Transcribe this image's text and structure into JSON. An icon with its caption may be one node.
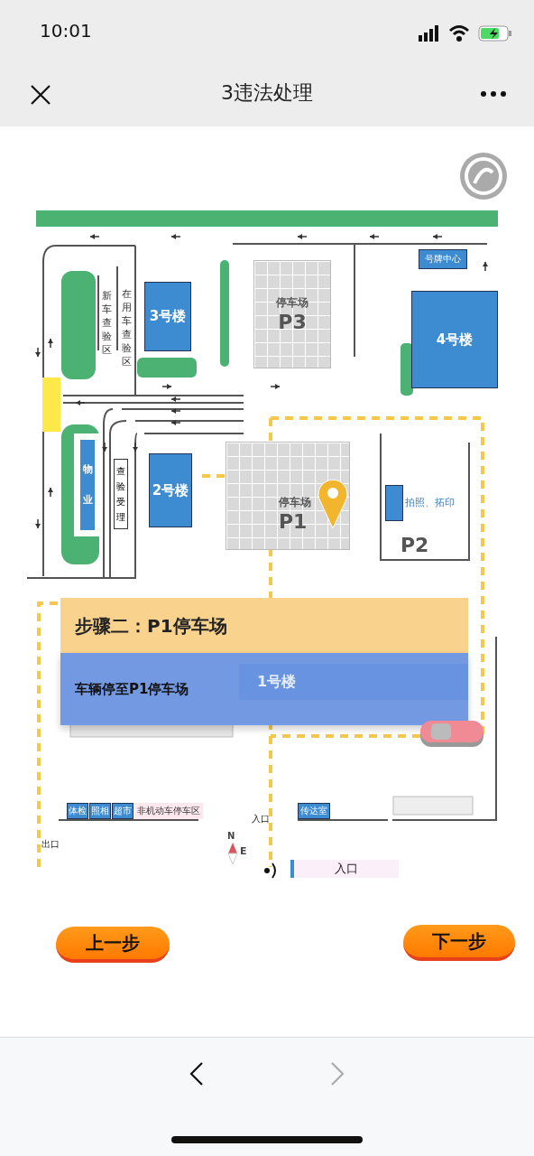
{
  "diagram": {
    "nodes": [
      {
        "text": [
          "号牌中心"
        ]
      },
      {
        "text": [
          "3号楼"
        ]
      },
      {
        "text": [
          "停车场",
          "P3"
        ]
      },
      {
        "text": [
          "4号楼"
        ]
      },
      {
        "text": [
          "物业"
        ]
      },
      {
        "text": [
          "查验受理"
        ]
      },
      {
        "text": [
          "2号楼"
        ]
      },
      {
        "text": [
          "停车场",
          "P1"
        ]
      },
      {
        "text": [
          "P2"
        ]
      },
      {
        "text": [],
        "shape": "box",
        "beside": [
          "拍照、拓印"
        ],
        "in": 8
      },
      {
        "text": [
          "1号楼"
        ],
        "in": 12
      },
      {
        "text": [
          "步骤二：P1停车场"
        ]
      },
      {
        "text": [
          "车辆停至P1停车场"
        ],
        "in": 11
      },
      {
        "text": [
          "体检"
        ]
      },
      {
        "text": [
          "照相"
        ]
      },
      {
        "text": [
          "超市"
        ]
      },
      {
        "text": [
          "非机动车停车区"
        ]
      },
      {
        "text": [
          "传达室"
        ]
      },
      {
        "text": [
          "入口"
        ]
      }
    ],
    "labels": [
      "10:01",
      "3违法处理",
      "新车查验区",
      "在用车查验区",
      "入口",
      "出口",
      "N",
      "E",
      "上一步",
      "下一步"
    ]
  }
}
